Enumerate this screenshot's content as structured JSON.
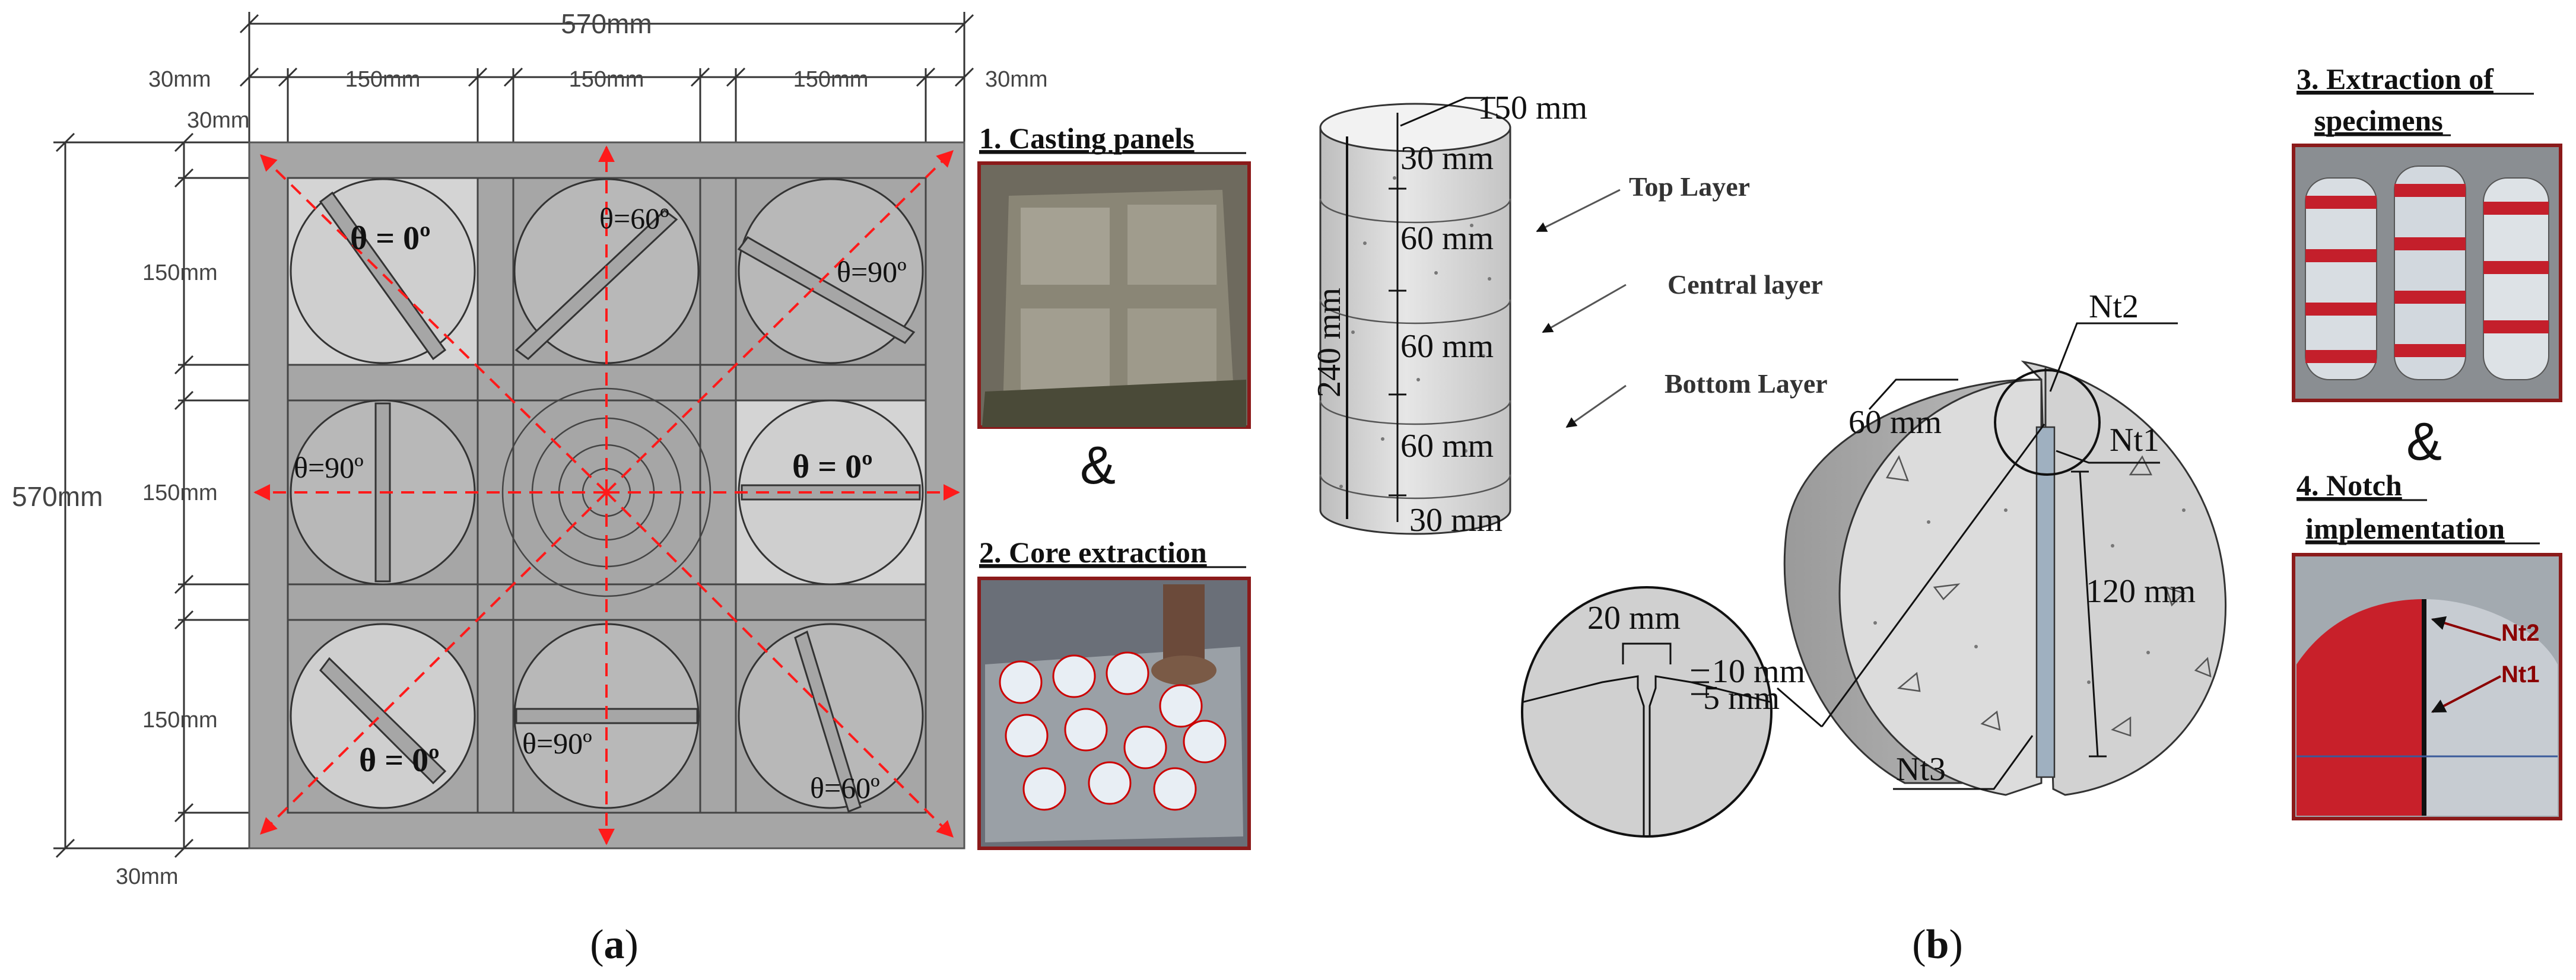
{
  "panel_a": {
    "dims": {
      "total_top": "570mm",
      "total_left": "570mm",
      "edge_left_top": "30mm",
      "edge_right_top": "30mm",
      "edge_inner_top": "30mm",
      "edge_bottom_left": "30mm",
      "cell_1": "150mm",
      "cell_2": "150mm",
      "cell_3": "150mm",
      "row_1": "150mm",
      "row_2": "150mm",
      "row_3": "150mm"
    },
    "thetas": {
      "r1c1": "θ = 0º",
      "r1c2": "θ=60º",
      "r1c3": "θ=90º",
      "r2c1": "θ=90º",
      "r2c3": "θ = 0º",
      "r3c1": "θ = 0º",
      "r3c2": "θ=90º",
      "r3c3": "θ=60º"
    },
    "caption_open": "(",
    "caption_letter": "a",
    "caption_close": ")"
  },
  "steps": {
    "step1": "1. Casting panels",
    "step2": "2. Core extraction",
    "step3_line1": "3. Extraction of",
    "step3_line2": "specimens",
    "step4_line1": "4. Notch",
    "step4_line2": "implementation",
    "amp": "&"
  },
  "photo4_labels": {
    "nt2": "Nt2",
    "nt1": "Nt1"
  },
  "panel_b": {
    "cylinder": {
      "diameter": "150 mm",
      "height": "240 mm",
      "seg_top": "30 mm",
      "seg_1": "60 mm",
      "seg_2": "60 mm",
      "seg_3": "60 mm",
      "seg_bottom": "30 mm"
    },
    "layers": {
      "top": "Top Layer",
      "central": "Central layer",
      "bottom": "Bottom Layer"
    },
    "specimen": {
      "thickness": "60 mm",
      "notch_length": "120 mm",
      "nt1": "Nt1",
      "nt2": "Nt2",
      "nt3": "Nt3"
    },
    "detail": {
      "width": "20 mm",
      "depth1": "10 mm",
      "depth2": "5 mm"
    },
    "caption_open": "(",
    "caption_letter": "b",
    "caption_close": ")"
  },
  "colors": {
    "panel_gray": "#a6a6a6",
    "cell_light": "#d4d4d4",
    "red_axis": "#ff1a1a",
    "frame_red": "#8b1a1a",
    "concrete": "#d9d9d9"
  }
}
